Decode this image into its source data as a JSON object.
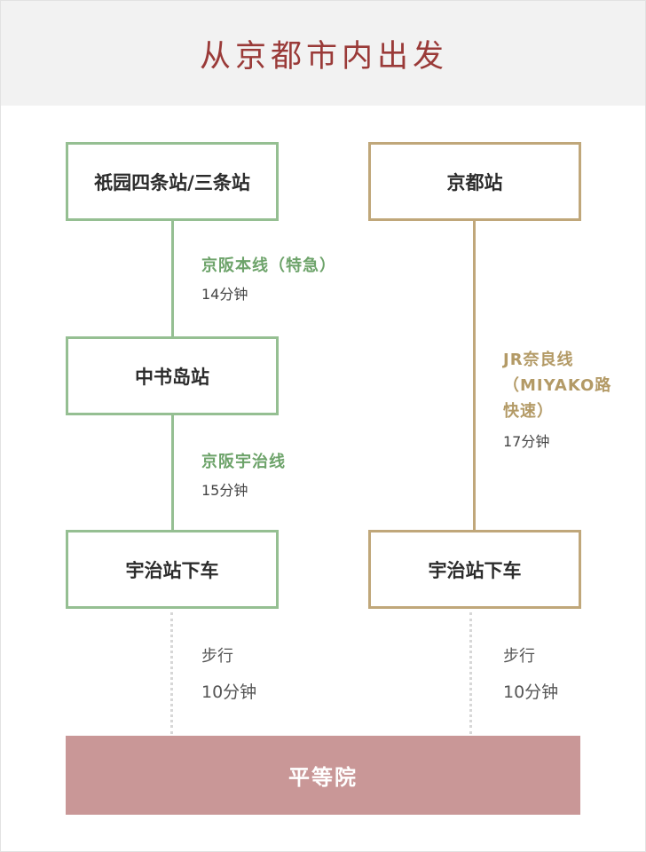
{
  "header": {
    "title": "从京都市内出发"
  },
  "left_route": {
    "start": "祇园四条站/三条站",
    "leg1_line": "京阪本线（特急）",
    "leg1_time": "14分钟",
    "transfer": "中书岛站",
    "leg2_line": "京阪宇治线",
    "leg2_time": "15分钟",
    "arrive": "宇治站下车",
    "walk_label": "步行",
    "walk_time": "10分钟",
    "color": "#95bf92"
  },
  "right_route": {
    "start": "京都站",
    "line_1": "JR奈良线",
    "line_2": "（MIYAKO路",
    "line_3": "快速）",
    "time": "17分钟",
    "arrive": "宇治站下车",
    "walk_label": "步行",
    "walk_time": "10分钟",
    "color": "#c0a77a"
  },
  "destination": {
    "label": "平等院",
    "color": "#c99797"
  }
}
